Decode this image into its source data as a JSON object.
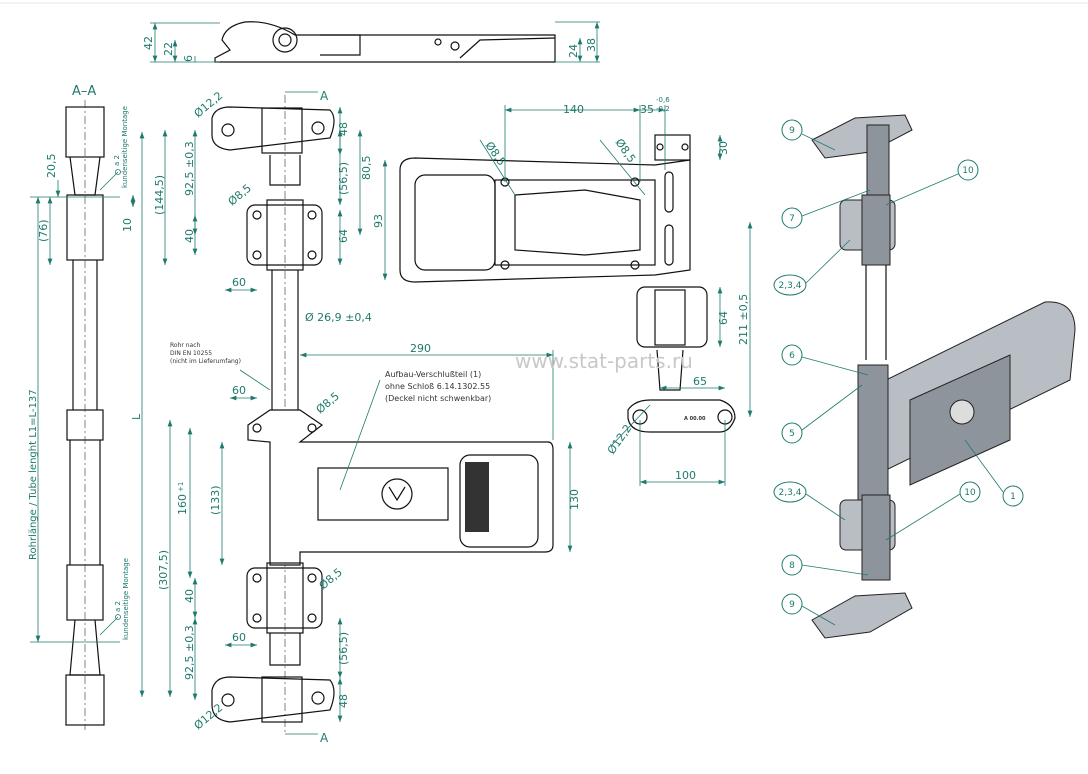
{
  "watermark": "www.stat-parts.ru",
  "section_label": "A–A",
  "section_marks": {
    "top": "A",
    "bottom": "A"
  },
  "top_view": {
    "dims": [
      "42",
      "22",
      "6",
      "24",
      "38"
    ]
  },
  "section_view": {
    "dims": [
      "20,5",
      "(76)",
      "10",
      "L"
    ],
    "tube_length_label": "Rohrlänge / Tube lenght L1=L-137",
    "weld_note_top": "kundenseitige Montage",
    "weld_note_bottom": "kundenseitige Montage",
    "weld_symbol": "a 2"
  },
  "front_view": {
    "dims": {
      "d_top_bolt": "Ø12,2",
      "d48_top": "48",
      "d92_top": "92,5 ±0,3",
      "d56_top": "(56,5)",
      "d80": "80,5",
      "d144": "(144,5)",
      "d85_a": "Ø8,5",
      "d40_top": "40",
      "d64_top": "64",
      "d60_a": "60",
      "tube_d": "Ø 26,9 ±0,4",
      "d290": "290",
      "d60_b": "60",
      "d85_b": "Ø8,5",
      "d160": "160",
      "d160_tol": "+1",
      "d133": "(133)",
      "d307": "(307,5)",
      "d130": "130",
      "d85_c": "Ø8,5",
      "d40_bot": "40",
      "d60_c": "60",
      "d92_bot": "92,5 ±0,3",
      "d56_bot": "(56,5)",
      "d48_bot": "48",
      "d_bot_bolt": "Ø12,2"
    },
    "tube_note": [
      "Rohr nach",
      "DIN EN 10255",
      "(nicht im Lieferumfang)"
    ],
    "callout": [
      "Aufbau-Verschlußteil (1)",
      "ohne Schloß 6.14.1302.55",
      "(Deckel nicht schwenkbar)"
    ]
  },
  "side_view": {
    "dims": {
      "d140": "140",
      "d35": "35",
      "tol_upper": "-0,6",
      "tol_lower": "-0,2",
      "d85_a": "Ø8,5",
      "d85_b": "Ø8,5",
      "d30": "30",
      "d93": "93",
      "d64": "64",
      "d211": "211 ±0,5",
      "d65": "65",
      "d122": "Ø12,2",
      "d100": "100"
    },
    "part_stamp": "A 00.00"
  },
  "iso_view": {
    "balloons": [
      "9",
      "10",
      "7",
      "2,3,4",
      "6",
      "5",
      "1",
      "2,3,4",
      "10",
      "8",
      "9"
    ]
  }
}
